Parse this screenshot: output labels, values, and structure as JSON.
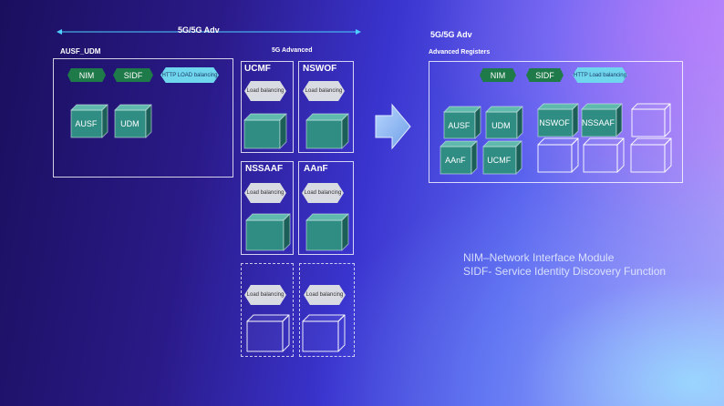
{
  "diagram": {
    "top_span_label": "5G/5G Adv",
    "left_group": {
      "title": "AUSF_UDM",
      "pills": [
        "NIM",
        "SIDF",
        "HTTP LOAD balancing"
      ],
      "cubes": [
        "AUSF",
        "UDM"
      ]
    },
    "advanced_group": {
      "title": "5G Advanced",
      "modules": [
        {
          "name": "UCMF",
          "lb": "Load balancing"
        },
        {
          "name": "NSWOF",
          "lb": "Load balancing"
        },
        {
          "name": "NSSAAF",
          "lb": "Load balancing"
        },
        {
          "name": "AAnF",
          "lb": "Load balancing"
        },
        {
          "name": "",
          "lb": "Load balancing"
        },
        {
          "name": "",
          "lb": "Load balancing"
        }
      ]
    },
    "right_group": {
      "title": "5G/5G Adv",
      "subtitle": "Advanced Registers",
      "pills": [
        "NIM",
        "SIDF",
        "HTTP Load balancing"
      ],
      "cubes_row1": [
        "AUSF",
        "UDM",
        "NSWOF",
        "NSSAAF",
        ""
      ],
      "cubes_row2": [
        "AAnF",
        "UCMF",
        "",
        "",
        ""
      ]
    },
    "legend": [
      "NIM–Network Interface Module",
      "SIDF- Service Identity  Discovery Function"
    ],
    "colors": {
      "cube_front": "#2f8d83",
      "cube_top": "#5fb9ad",
      "cube_side": "#1c5f58",
      "pill_green": "#1f7a4a",
      "pill_cyan": "#6fd6ee",
      "arrow": "#8fb8ee"
    }
  }
}
